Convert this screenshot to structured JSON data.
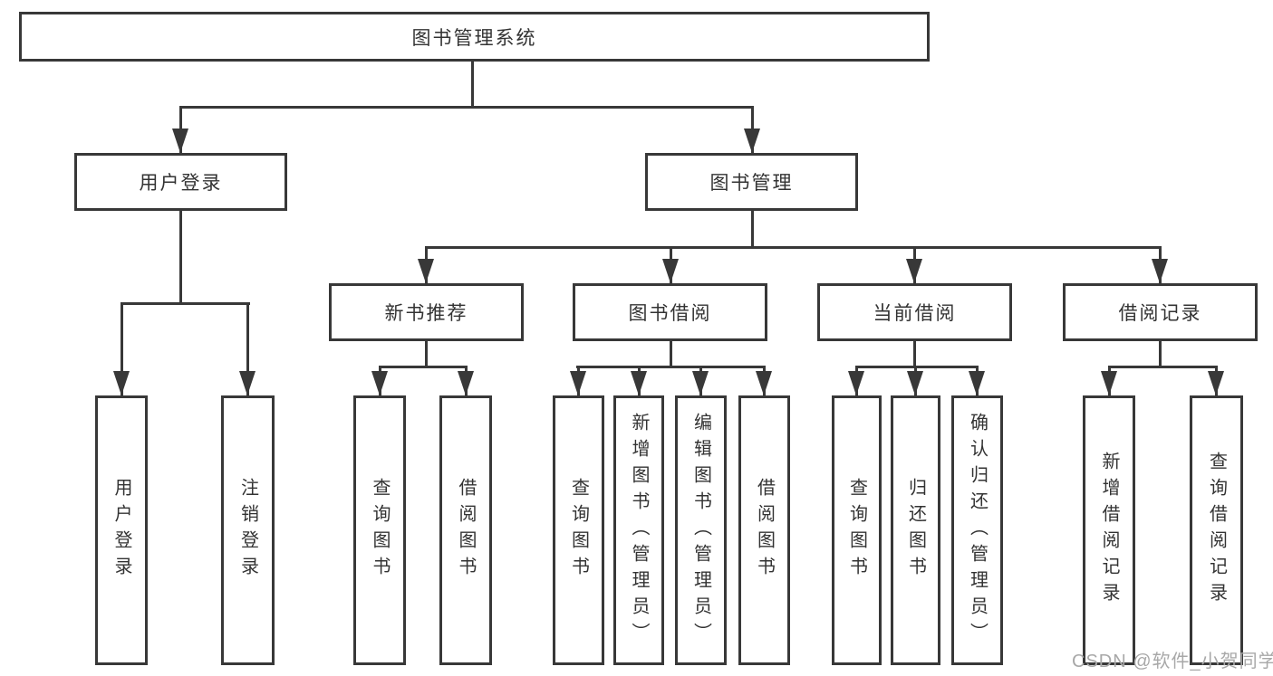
{
  "tree": {
    "root": {
      "label": "图书管理系统",
      "children": [
        {
          "label": "用户登录",
          "children": [
            {
              "label": "用户登录"
            },
            {
              "label": "注销登录"
            }
          ]
        },
        {
          "label": "图书管理",
          "children": [
            {
              "label": "新书推荐",
              "children": [
                {
                  "label": "查询图书"
                },
                {
                  "label": "借阅图书"
                }
              ]
            },
            {
              "label": "图书借阅",
              "children": [
                {
                  "label": "查询图书"
                },
                {
                  "label": "新增图书（管理员）"
                },
                {
                  "label": "编辑图书（管理员）"
                },
                {
                  "label": "借阅图书"
                }
              ]
            },
            {
              "label": "当前借阅",
              "children": [
                {
                  "label": "查询图书"
                },
                {
                  "label": "归还图书"
                },
                {
                  "label": "确认归还（管理员）"
                }
              ]
            },
            {
              "label": "借阅记录",
              "children": [
                {
                  "label": "新增借阅记录"
                },
                {
                  "label": "查询借阅记录"
                }
              ]
            }
          ]
        }
      ]
    }
  },
  "watermark": {
    "text": "CSDN @软件_小贺同学"
  },
  "colors": {
    "line": "#383838",
    "text": "#333333",
    "box_background": "#ffffff",
    "watermark": "#a8a8a8"
  }
}
